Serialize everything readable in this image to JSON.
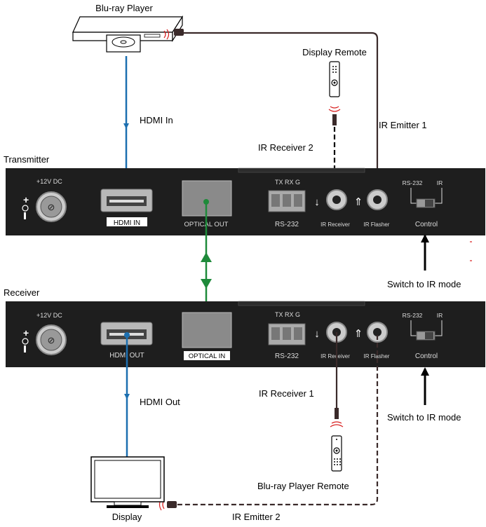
{
  "devices": {
    "bluray_player": "Blu-ray Player",
    "display": "Display",
    "display_remote": "Display Remote",
    "bluray_remote": "Blu-ray Player Remote"
  },
  "units": {
    "transmitter": {
      "title": "Transmitter",
      "power": "+12V DC",
      "hdmi": "HDMI  IN",
      "optical": "OPTICAL OUT",
      "rs232_pins": "TX  RX  G",
      "rs232": "RS-232",
      "ir_receiver": "IR Receiver",
      "ir_flasher": "IR Flasher",
      "switch_left": "RS-232",
      "switch_right": "IR",
      "control": "Control"
    },
    "receiver": {
      "title": "Receiver",
      "power": "+12V DC",
      "hdmi": "HDMI OUT",
      "optical": "OPTICAL IN",
      "rs232_pins": "TX  RX  G",
      "rs232": "RS-232",
      "ir_receiver": "IR Receiver",
      "ir_flasher": "IR Flasher",
      "switch_left": "RS-232",
      "switch_right": "IR",
      "control": "Control"
    }
  },
  "connections": {
    "hdmi_in": "HDMI In",
    "hdmi_out": "HDMI Out",
    "ir_emitter_1": "IR Emitter 1",
    "ir_emitter_2": "IR Emitter 2",
    "ir_receiver_1": "IR Receiver 1",
    "ir_receiver_2": "IR Receiver 2"
  },
  "notes": {
    "switch_top": "Switch to IR mode",
    "switch_bottom": "Switch to IR mode"
  },
  "colors": {
    "hdmi_cable": "#1c6fb0",
    "fiber_cable": "#1e8a3a",
    "ir_cable": "#3a2a2a",
    "ir_signal": "#d81e1e",
    "panel": "#1e1e1e"
  }
}
